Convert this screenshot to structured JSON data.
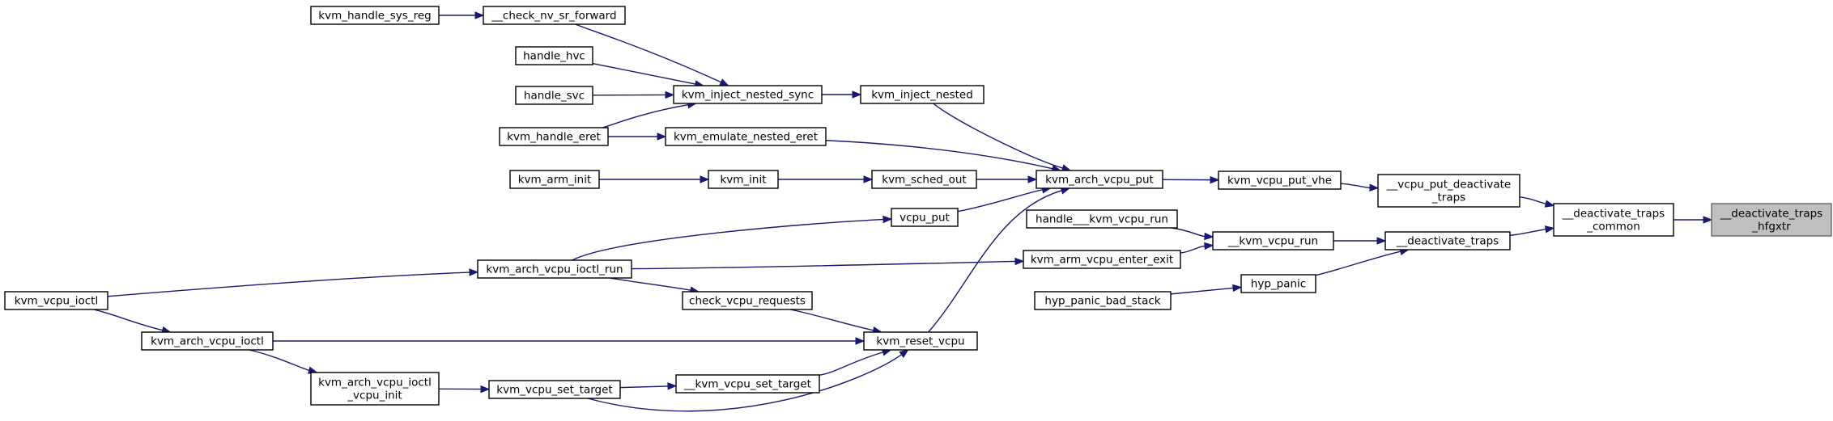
{
  "diagram": {
    "type": "call-graph",
    "nodes": [
      {
        "id": "deact_hfgxtr",
        "label": "__deactivate_traps\n_hfgxtr",
        "highlight": true
      },
      {
        "id": "deact_common",
        "label": "__deactivate_traps\n_common"
      },
      {
        "id": "vcpu_put_deact",
        "label": "__vcpu_put_deactivate\n_traps"
      },
      {
        "id": "deact_traps",
        "label": "__deactivate_traps"
      },
      {
        "id": "kvm_vcpu_put_vhe",
        "label": "kvm_vcpu_put_vhe"
      },
      {
        "id": "kvm_arch_vcpu_put",
        "label": "kvm_arch_vcpu_put"
      },
      {
        "id": "kvm_inject_nested",
        "label": "kvm_inject_nested"
      },
      {
        "id": "kvm_inject_nested_sync",
        "label": "kvm_inject_nested_sync"
      },
      {
        "id": "check_nv_sr_forward",
        "label": "__check_nv_sr_forward"
      },
      {
        "id": "kvm_handle_sys_reg",
        "label": "kvm_handle_sys_reg"
      },
      {
        "id": "handle_hvc",
        "label": "handle_hvc"
      },
      {
        "id": "handle_svc",
        "label": "handle_svc"
      },
      {
        "id": "kvm_handle_eret",
        "label": "kvm_handle_eret"
      },
      {
        "id": "kvm_emulate_nested_eret",
        "label": "kvm_emulate_nested_eret"
      },
      {
        "id": "kvm_sched_out",
        "label": "kvm_sched_out"
      },
      {
        "id": "kvm_init",
        "label": "kvm_init"
      },
      {
        "id": "kvm_arm_init",
        "label": "kvm_arm_init"
      },
      {
        "id": "vcpu_put",
        "label": "vcpu_put"
      },
      {
        "id": "kvm_arch_vcpu_ioctl_run",
        "label": "kvm_arch_vcpu_ioctl_run"
      },
      {
        "id": "kvm_vcpu_ioctl",
        "label": "kvm_vcpu_ioctl"
      },
      {
        "id": "kvm_reset_vcpu",
        "label": "kvm_reset_vcpu"
      },
      {
        "id": "check_vcpu_requests",
        "label": "check_vcpu_requests"
      },
      {
        "id": "kvm_arch_vcpu_ioctl",
        "label": "kvm_arch_vcpu_ioctl"
      },
      {
        "id": "kvm_arch_vcpu_ioctl_vcpu_init",
        "label": "kvm_arch_vcpu_ioctl\n_vcpu_init"
      },
      {
        "id": "kvm_vcpu_set_target",
        "label": "kvm_vcpu_set_target"
      },
      {
        "id": "__kvm_vcpu_set_target",
        "label": "__kvm_vcpu_set_target"
      },
      {
        "id": "__kvm_vcpu_run",
        "label": "__kvm_vcpu_run"
      },
      {
        "id": "handle___kvm_vcpu_run",
        "label": "handle___kvm_vcpu_run"
      },
      {
        "id": "kvm_arm_vcpu_enter_exit",
        "label": "kvm_arm_vcpu_enter_exit"
      },
      {
        "id": "hyp_panic",
        "label": "hyp_panic"
      },
      {
        "id": "hyp_panic_bad_stack",
        "label": "hyp_panic_bad_stack"
      }
    ],
    "edges": [
      {
        "from": "deact_common",
        "to": "deact_hfgxtr"
      },
      {
        "from": "vcpu_put_deact",
        "to": "deact_common"
      },
      {
        "from": "deact_traps",
        "to": "deact_common"
      },
      {
        "from": "kvm_vcpu_put_vhe",
        "to": "vcpu_put_deact"
      },
      {
        "from": "kvm_arch_vcpu_put",
        "to": "kvm_vcpu_put_vhe"
      },
      {
        "from": "kvm_inject_nested",
        "to": "kvm_arch_vcpu_put"
      },
      {
        "from": "kvm_inject_nested_sync",
        "to": "kvm_inject_nested"
      },
      {
        "from": "check_nv_sr_forward",
        "to": "kvm_inject_nested_sync"
      },
      {
        "from": "kvm_handle_sys_reg",
        "to": "check_nv_sr_forward"
      },
      {
        "from": "handle_hvc",
        "to": "kvm_inject_nested_sync"
      },
      {
        "from": "handle_svc",
        "to": "kvm_inject_nested_sync"
      },
      {
        "from": "kvm_handle_eret",
        "to": "kvm_inject_nested_sync"
      },
      {
        "from": "kvm_emulate_nested_eret",
        "to": "kvm_arch_vcpu_put"
      },
      {
        "from": "kvm_handle_eret",
        "to": "kvm_emulate_nested_eret"
      },
      {
        "from": "kvm_sched_out",
        "to": "kvm_arch_vcpu_put"
      },
      {
        "from": "kvm_init",
        "to": "kvm_sched_out"
      },
      {
        "from": "kvm_arm_init",
        "to": "kvm_init"
      },
      {
        "from": "vcpu_put",
        "to": "kvm_arch_vcpu_put"
      },
      {
        "from": "kvm_arch_vcpu_ioctl_run",
        "to": "vcpu_put"
      },
      {
        "from": "kvm_vcpu_ioctl",
        "to": "kvm_arch_vcpu_ioctl_run"
      },
      {
        "from": "kvm_reset_vcpu",
        "to": "kvm_arch_vcpu_put"
      },
      {
        "from": "check_vcpu_requests",
        "to": "kvm_reset_vcpu"
      },
      {
        "from": "kvm_arch_vcpu_ioctl_run",
        "to": "check_vcpu_requests"
      },
      {
        "from": "kvm_arch_vcpu_ioctl",
        "to": "kvm_reset_vcpu"
      },
      {
        "from": "kvm_vcpu_ioctl",
        "to": "kvm_arch_vcpu_ioctl"
      },
      {
        "from": "kvm_arch_vcpu_ioctl",
        "to": "kvm_arch_vcpu_ioctl_vcpu_init"
      },
      {
        "from": "kvm_arch_vcpu_ioctl_vcpu_init",
        "to": "kvm_vcpu_set_target"
      },
      {
        "from": "kvm_vcpu_set_target",
        "to": "__kvm_vcpu_set_target"
      },
      {
        "from": "__kvm_vcpu_set_target",
        "to": "kvm_reset_vcpu"
      },
      {
        "from": "kvm_vcpu_set_target",
        "to": "kvm_reset_vcpu"
      },
      {
        "from": "__kvm_vcpu_run",
        "to": "deact_traps"
      },
      {
        "from": "handle___kvm_vcpu_run",
        "to": "__kvm_vcpu_run"
      },
      {
        "from": "kvm_arm_vcpu_enter_exit",
        "to": "__kvm_vcpu_run"
      },
      {
        "from": "kvm_arch_vcpu_ioctl_run",
        "to": "kvm_arm_vcpu_enter_exit"
      },
      {
        "from": "hyp_panic",
        "to": "deact_traps"
      },
      {
        "from": "hyp_panic_bad_stack",
        "to": "hyp_panic"
      }
    ]
  },
  "colors": {
    "edge": "#191970",
    "node_border": "#000000",
    "node_fill": "#ffffff",
    "highlight_fill": "#bfbfbf",
    "highlight_border": "#666666"
  }
}
